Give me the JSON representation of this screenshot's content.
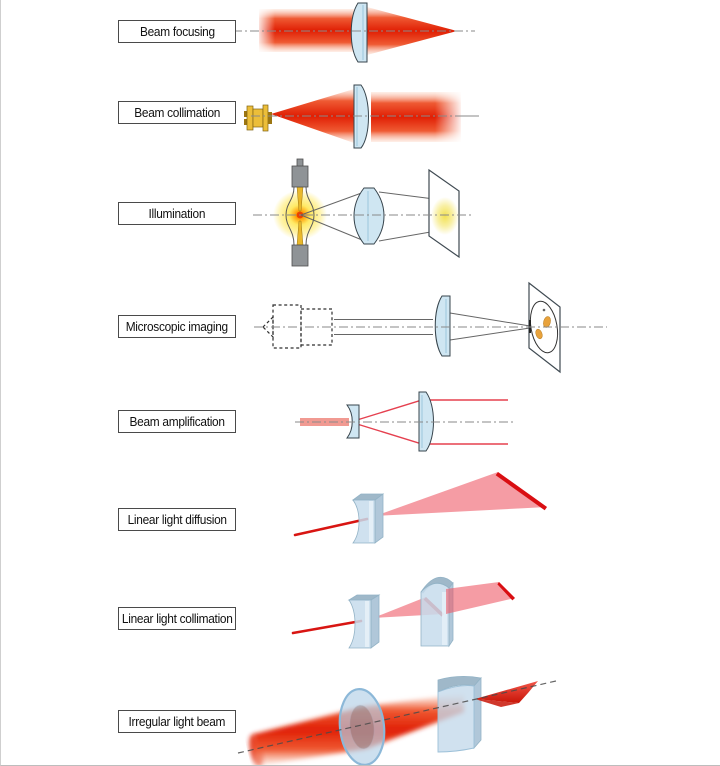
{
  "rows": [
    {
      "id": "beam-focusing",
      "label": "Beam focusing"
    },
    {
      "id": "beam-collimation",
      "label": "Beam collimation"
    },
    {
      "id": "illumination",
      "label": "Illumination"
    },
    {
      "id": "microscopic-imaging",
      "label": "Microscopic imaging"
    },
    {
      "id": "beam-amplification",
      "label": "Beam amplification"
    },
    {
      "id": "linear-light-diffusion",
      "label": "Linear light diffusion"
    },
    {
      "id": "linear-light-collimation",
      "label": "Linear light collimation"
    },
    {
      "id": "irregular-light-beam",
      "label": "Irregular light beam"
    }
  ],
  "colors": {
    "background": "#ffffff",
    "beam_core": "#e01f04",
    "beam_mid": "#ef5a33",
    "beam_light": "#fcd8c6",
    "thin_beam": "#d81512",
    "fan_pink": "#ee5a67",
    "fan_edge": "#d90e12",
    "crimson_ray": "#e5404f",
    "exit_fan_light": "#f2564a",
    "exit_fan_dark": "#c81507",
    "lens_fill": "#cfe6f2",
    "lens_edge": "#37444c",
    "lens_inner": "#aacfe3",
    "cyl_fill": "#c7dcec",
    "cyl_top": "#9fb8c9",
    "cyl_side": "#b0c7d9",
    "cyl_edge": "#93b3c6",
    "axis_gray": "#8a8a8a",
    "axis_dark": "#4a4a4a",
    "ray_gray": "#666666",
    "dash_dark": "#2f2f2f",
    "lamp_gray": "#8f9396",
    "lamp_gray_edge": "#4e4e4e",
    "electrode_gold": "#e9b82b",
    "electrode_edge": "#9c7612",
    "glow_core": "#e83b00",
    "glow_orange": "#ff9b00",
    "glow_yellow": "#ffe95e",
    "screen_glow": "#f2e04a",
    "diode_gold": "#ecbe3a",
    "diode_edge": "#816212",
    "screen_edge": "#3f4a52",
    "specimen_orange": "#e8a23c",
    "label_border": "#4a4a4a",
    "label_text": "#111111"
  }
}
